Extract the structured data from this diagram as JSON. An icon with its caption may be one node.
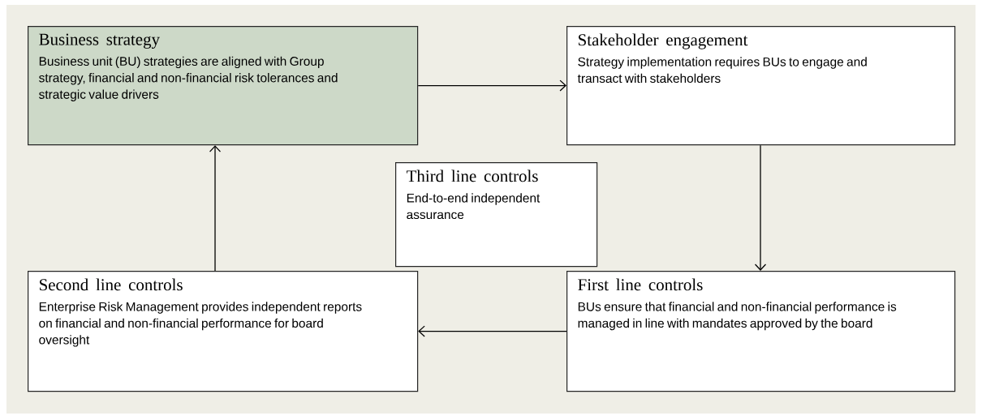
{
  "diagram": {
    "nodes": [
      {
        "text": [
          "Business strategy",
          "Business unit (BU) strategies are aligned with Group strategy, financial and non-financial risk tolerances and strategic value drivers"
        ]
      },
      {
        "text": [
          "Stakeholder engagement",
          "Strategy implementation requires BUs to engage and transact with stakeholders"
        ]
      },
      {
        "text": [
          "Third line controls",
          "End-to-end independent assurance"
        ]
      },
      {
        "text": [
          "Second line controls",
          "Enterprise Risk Management provides independent reports on financial and non-financial performance for board oversight"
        ]
      },
      {
        "text": [
          "First line controls",
          "BUs ensure that financial and non-financial performance is managed in line with mandates approved by the board"
        ]
      }
    ],
    "edges": [
      {
        "from": 0,
        "to": 1,
        "arrow": "to"
      },
      {
        "from": 1,
        "to": 4,
        "arrow": "to"
      },
      {
        "from": 4,
        "to": 3,
        "arrow": "to"
      },
      {
        "from": 3,
        "to": 0,
        "arrow": "to"
      }
    ]
  }
}
